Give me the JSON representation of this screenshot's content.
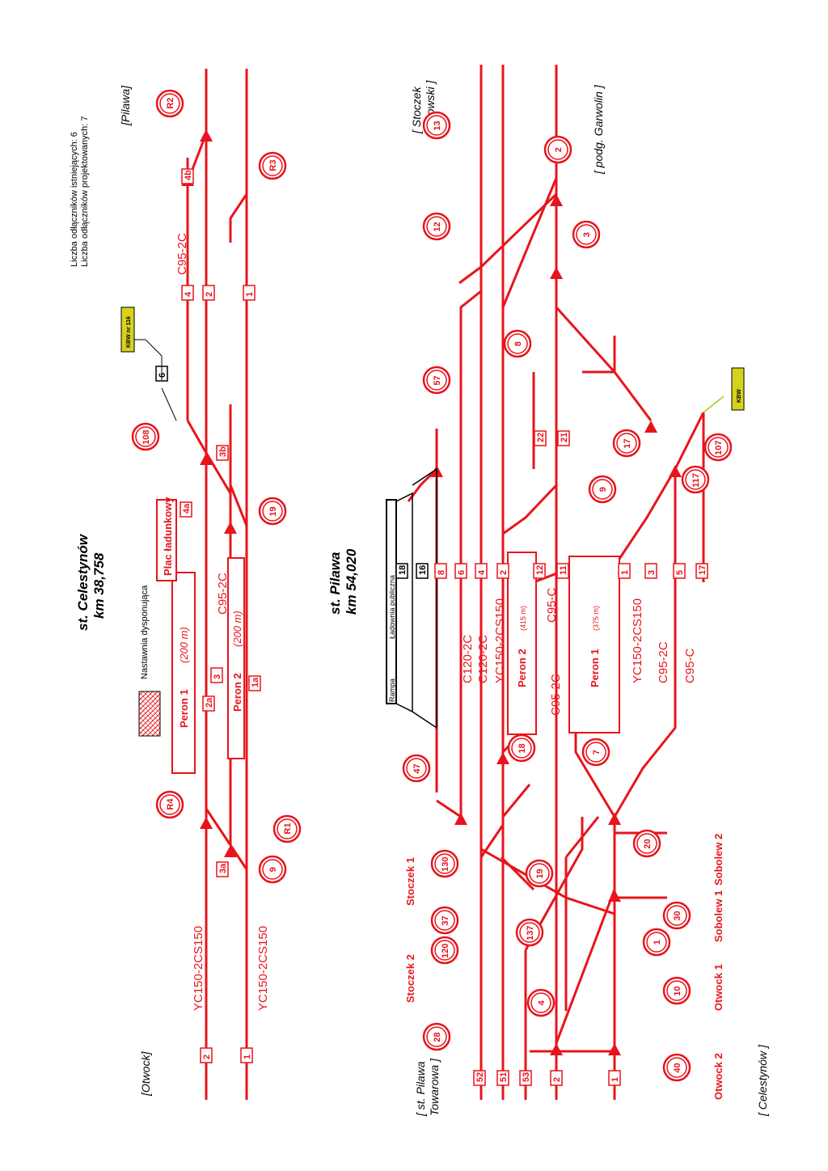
{
  "colors": {
    "track": "#e8141c",
    "ink": "#000000",
    "kbw": "#d7d21e",
    "hatch": "#e8141c"
  },
  "info": {
    "line1": "Liczba odłączników istniejących: 6",
    "line2": "Liczba odłączników projektowanych: 7"
  },
  "celestynow": {
    "title": "st. Celestynów",
    "km": "km 38,758",
    "dir_left": "[Otwock]",
    "dir_right": "[Pilawa]",
    "catenary_yc_1": "YC150-2CS150",
    "catenary_yc_2": "YC150-2CS150",
    "catenary_c95_1": "C95-2C",
    "catenary_c95_2": "C95-2C",
    "peron1": "Peron 1",
    "peron1_len": "(200 m)",
    "peron2": "Peron 2",
    "peron2_len": "(200 m)",
    "plac": "Plac ładunkowy",
    "nastawnia": "Nastawnia dysponująca",
    "kbw": "KBW nr 116",
    "track_labels": [
      "2",
      "1",
      "2a",
      "3",
      "1a",
      "3a",
      "4a",
      "3b",
      "4",
      "2",
      "1",
      "4b",
      "6"
    ],
    "switches": [
      "R4",
      "R1",
      "9",
      "19",
      "108",
      "R3",
      "R2"
    ]
  },
  "pilawa": {
    "title": "st. Pilawa",
    "km": "km 54,020",
    "dir_tl": "[ st. Pilawa Towarowa ]",
    "dir_bl": "[ Celestynów ]",
    "dir_tr": "[ Stoczek Łukowski ]",
    "dir_br": "[ podg. Garwolin ]",
    "rampa": "Rampa",
    "ladownia": "Ładownia publiczna",
    "peron1": "Peron 1",
    "peron1_len": "(375 m)",
    "peron2": "Peron 2",
    "peron2_len": "(415 m)",
    "catenary": [
      "C120-2C",
      "C120-2C",
      "YC150-2CS150",
      "C95-C",
      "C95-2C",
      "YC150-2CS150",
      "C95-2C",
      "C95-C"
    ],
    "kbw": "KBW",
    "feeders": [
      "Stoczek 2",
      "Stoczek 1",
      "Otwock 2",
      "Otwock 1",
      "Sobolew 1",
      "Sobolew 2"
    ],
    "track_labels": [
      "52",
      "51",
      "53",
      "2",
      "1",
      "18",
      "16",
      "8",
      "6",
      "4",
      "2",
      "12",
      "11",
      "1",
      "3",
      "5",
      "17",
      "22",
      "21"
    ],
    "switches": [
      "28",
      "120",
      "37",
      "130",
      "4",
      "137",
      "19",
      "47",
      "18",
      "7",
      "40",
      "10",
      "1",
      "30",
      "20",
      "9",
      "17",
      "107",
      "117",
      "57",
      "8",
      "12",
      "3",
      "2",
      "13"
    ]
  }
}
